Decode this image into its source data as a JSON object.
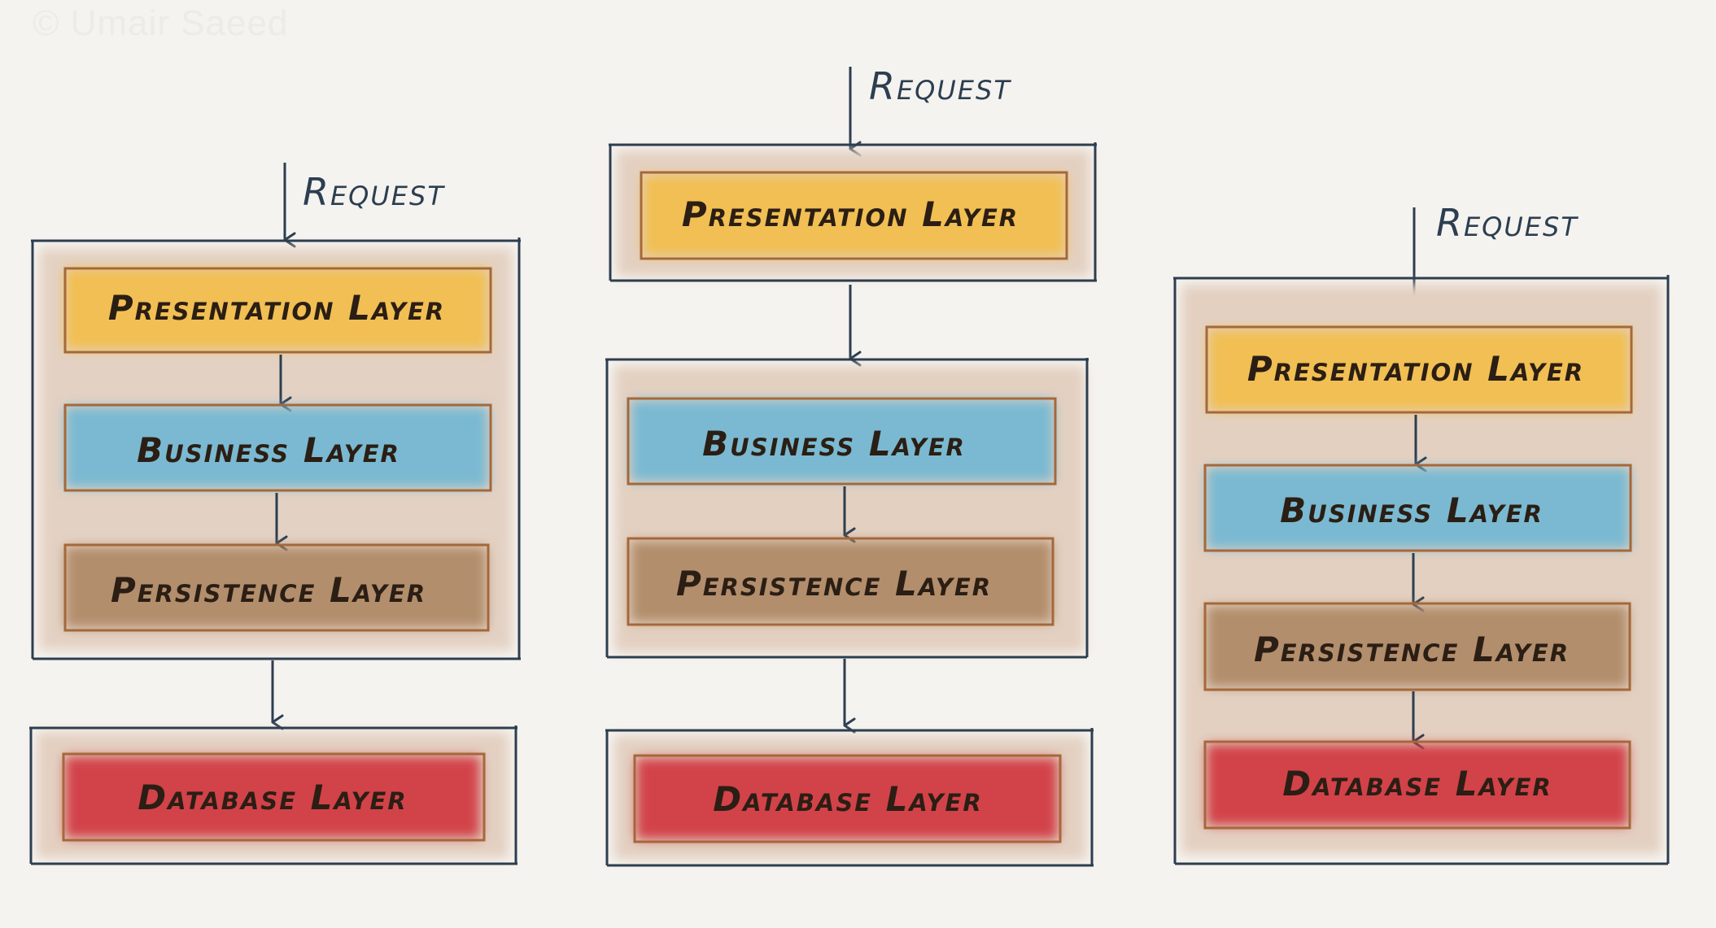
{
  "watermark": "© Umair Saeed",
  "labels": {
    "request": "Request",
    "presentation": "Presentation Layer",
    "business": "Business Layer",
    "persistence": "Persistence Layer",
    "database": "Database Layer"
  },
  "colors": {
    "background": "#f5f3ef",
    "outline": "#2c3e50",
    "container_fill": "#e3d0c1",
    "presentation": "#f1bf52",
    "business": "#7ab9d1",
    "persistence": "#b28e6c",
    "database": "#d2434a",
    "layer_border": "#a5683a"
  }
}
